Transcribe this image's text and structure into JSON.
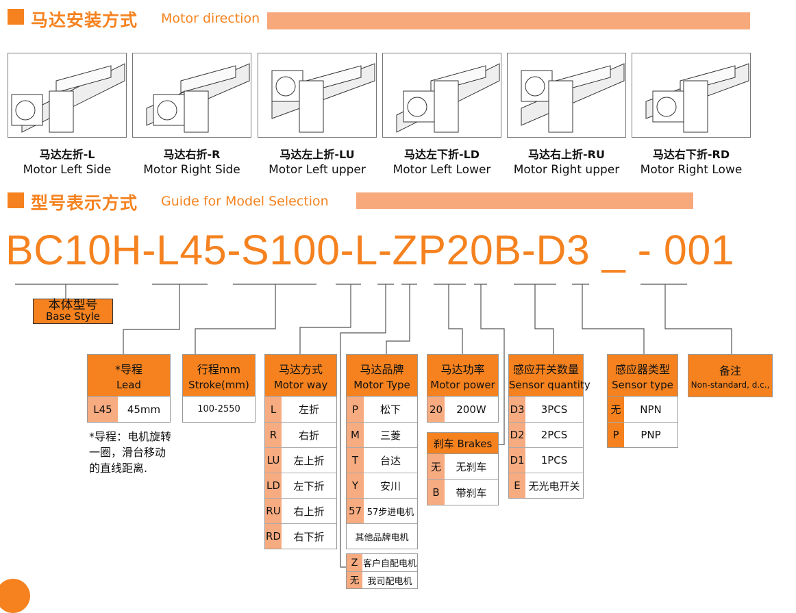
{
  "colors": {
    "accent": "#f5821f",
    "light": "#f7ab80",
    "bar": "#f8a97c"
  },
  "section1": {
    "title": "马达安装方式",
    "subtitle": "Motor direction"
  },
  "directions": [
    {
      "cn": "马达左折-L",
      "en": "Motor Left Side"
    },
    {
      "cn": "马达右折-R",
      "en": "Motor Right Side"
    },
    {
      "cn": "马达左上折-LU",
      "en": "Motor Left upper"
    },
    {
      "cn": "马达左下折-LD",
      "en": "Motor Left Lower"
    },
    {
      "cn": "马达右上折-RU",
      "en": "Motor Right upper"
    },
    {
      "cn": "马达右下折-RD",
      "en": "Motor Right Lowe"
    }
  ],
  "section2": {
    "title": "型号表示方式",
    "subtitle": "Guide for Model Selection"
  },
  "model_code": "BC10H-L45-S100-L-ZP20B-D3 _ - 001",
  "base_style": {
    "cn": "本体型号",
    "en": "Base Style"
  },
  "lead": {
    "cn": "*导程",
    "en": "Lead",
    "rows": [
      [
        "L45",
        "45mm"
      ]
    ],
    "note": "*导程：电机旋转一圈，滑台移动的直线距离."
  },
  "stroke": {
    "cn": "行程mm",
    "en": "Stroke(mm)",
    "rows": [
      [
        "",
        "100-2550"
      ]
    ]
  },
  "motor_way": {
    "cn": "马达方式",
    "en": "Motor way",
    "rows": [
      [
        "L",
        "左折"
      ],
      [
        "R",
        "右折"
      ],
      [
        "LU",
        "左上折"
      ],
      [
        "LD",
        "左下折"
      ],
      [
        "RU",
        "右上折"
      ],
      [
        "RD",
        "右下折"
      ]
    ]
  },
  "motor_type": {
    "cn": "马达品牌",
    "en": "Motor Type",
    "rows": [
      [
        "P",
        "松下"
      ],
      [
        "M",
        "三菱"
      ],
      [
        "T",
        "台达"
      ],
      [
        "Y",
        "安川"
      ],
      [
        "57",
        "57步进电机"
      ],
      [
        "",
        "其他品牌电机"
      ]
    ]
  },
  "motor_supply": {
    "rows": [
      [
        "Z",
        "客户自配电机"
      ],
      [
        "无",
        "我司配电机"
      ]
    ]
  },
  "motor_power": {
    "cn": "马达功率",
    "en": "Motor power",
    "rows": [
      [
        "20",
        "200W"
      ]
    ]
  },
  "brakes": {
    "title": "刹车 Brakes",
    "rows": [
      [
        "无",
        "无刹车"
      ],
      [
        "B",
        "带刹车"
      ]
    ]
  },
  "sensor_quantity": {
    "cn": "感应开关数量",
    "en": "Sensor quantity",
    "rows": [
      [
        "D3",
        "3PCS"
      ],
      [
        "D2",
        "2PCS"
      ],
      [
        "D1",
        "1PCS"
      ],
      [
        "E",
        "无光电开关"
      ]
    ]
  },
  "sensor_type": {
    "cn": "感应器类型",
    "en": "Sensor type",
    "rows": [
      [
        "无",
        "NPN"
      ],
      [
        "P",
        "PNP"
      ]
    ]
  },
  "notes": {
    "cn": "备注",
    "en": "Non-standard, d.c.,"
  }
}
